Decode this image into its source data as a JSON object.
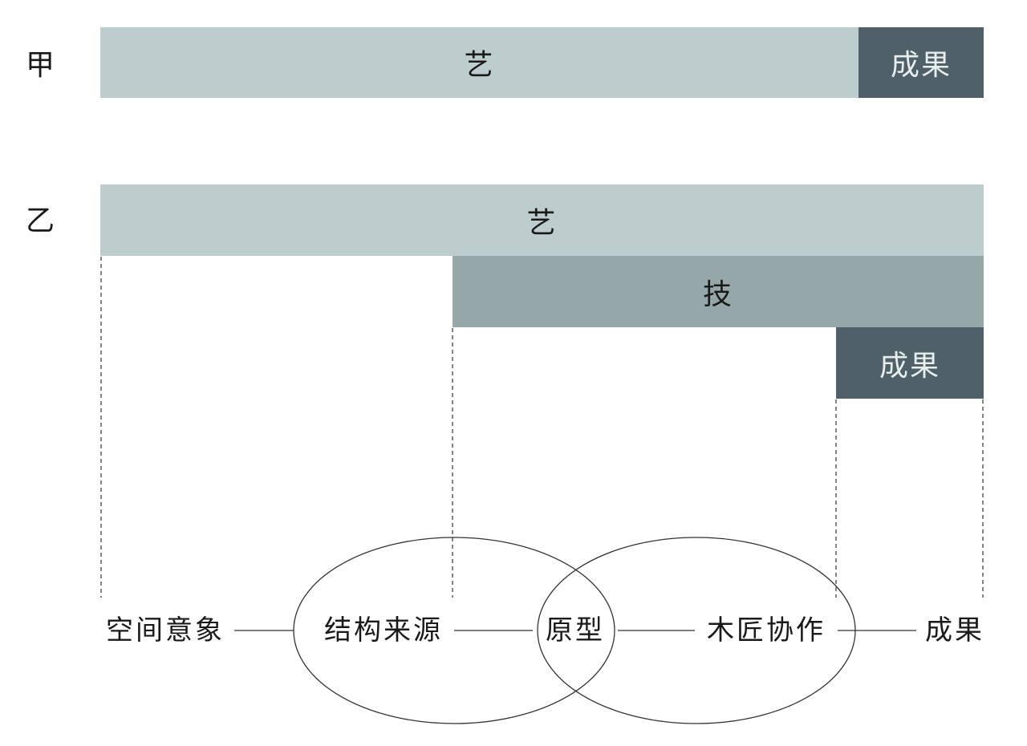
{
  "colors": {
    "light": "#bdcccc",
    "medium": "#95a7a9",
    "dark": "#4f6068",
    "line": "#333333"
  },
  "rows": {
    "a_label": "甲",
    "b_label": "乙"
  },
  "bars": {
    "a_art": "艺",
    "a_result": "成果",
    "b_art": "艺",
    "b_skill": "技",
    "b_result": "成果"
  },
  "process": {
    "steps": [
      "空间意象",
      "结构来源",
      "原型",
      "木匠协作",
      "成果"
    ]
  }
}
